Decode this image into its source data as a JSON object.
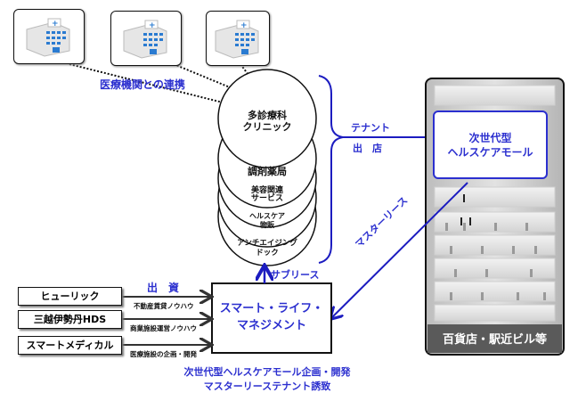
{
  "diagram": {
    "hospitals": [
      {
        "icon": "hospital-building-icon"
      },
      {
        "icon": "hospital-building-icon"
      },
      {
        "icon": "hospital-building-icon"
      }
    ],
    "collaboration_label": "医療機関との連携",
    "services": [
      {
        "label_line1": "多診療科",
        "label_line2": "クリニック"
      },
      {
        "label_line1": "調剤薬局",
        "label_line2": ""
      },
      {
        "label_line1": "美容関連",
        "label_line2": "サービス"
      },
      {
        "label_line1": "ヘルスケア",
        "label_line2": "物販"
      },
      {
        "label_line1": "アンチエイジング",
        "label_line2": "ドック"
      }
    ],
    "tenant_label_line1": "テナント",
    "tenant_label_line2": "出　店",
    "sublease_label": "サブリース",
    "master_lease_label": "マスターリース",
    "investment_label": "出　資",
    "building": {
      "mall_label_line1": "次世代型",
      "mall_label_line2": "ヘルスケアモール",
      "caption": "百貨店・駅近ビル等"
    },
    "investors": [
      {
        "name": "ヒューリック",
        "contribution": "不動産賃貸ノウハウ"
      },
      {
        "name": "三越伊勢丹HDS",
        "contribution": "商業施設運営ノウハウ"
      },
      {
        "name": "スマートメディカル",
        "contribution": "医療施設の企画・開発"
      }
    ],
    "management_company": {
      "line1": "スマート・ライフ・",
      "line2": "マネジメント"
    },
    "footer_line1": "次世代型ヘルスケアモール企画・開発",
    "footer_line2": "マスターリーステナント誘致",
    "colors": {
      "accent_blue": "#2b2fcf",
      "line_blue": "#1c1cc0",
      "building_dark": "#555555"
    }
  }
}
